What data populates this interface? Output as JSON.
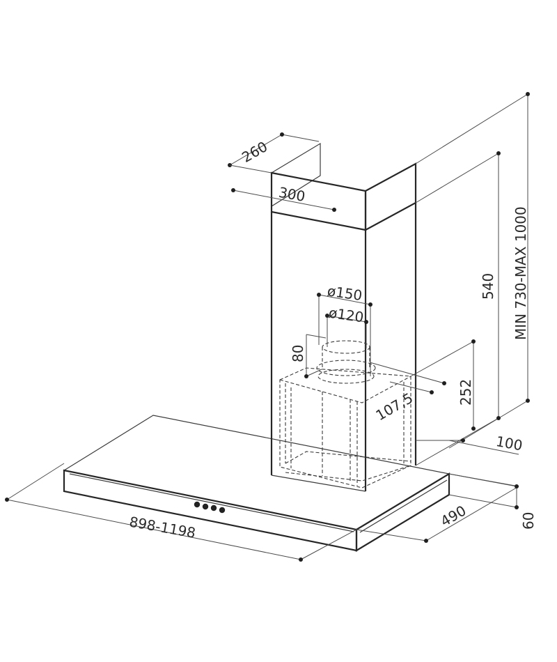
{
  "dimensions": {
    "chimney_depth": "260",
    "chimney_width": "300",
    "outlet_outer": "ø150",
    "outlet_inner": "ø120",
    "collar_height": "80",
    "motor_offset": "107,5",
    "motor_height": "252",
    "upper_chimney": "540",
    "total_height": "MIN 730-MAX 1000",
    "rear_offset": "100",
    "hood_depth": "490",
    "hood_height": "60",
    "hood_width": "898-1198"
  },
  "colors": {
    "line": "#3a3a3a",
    "background": "#ffffff"
  }
}
